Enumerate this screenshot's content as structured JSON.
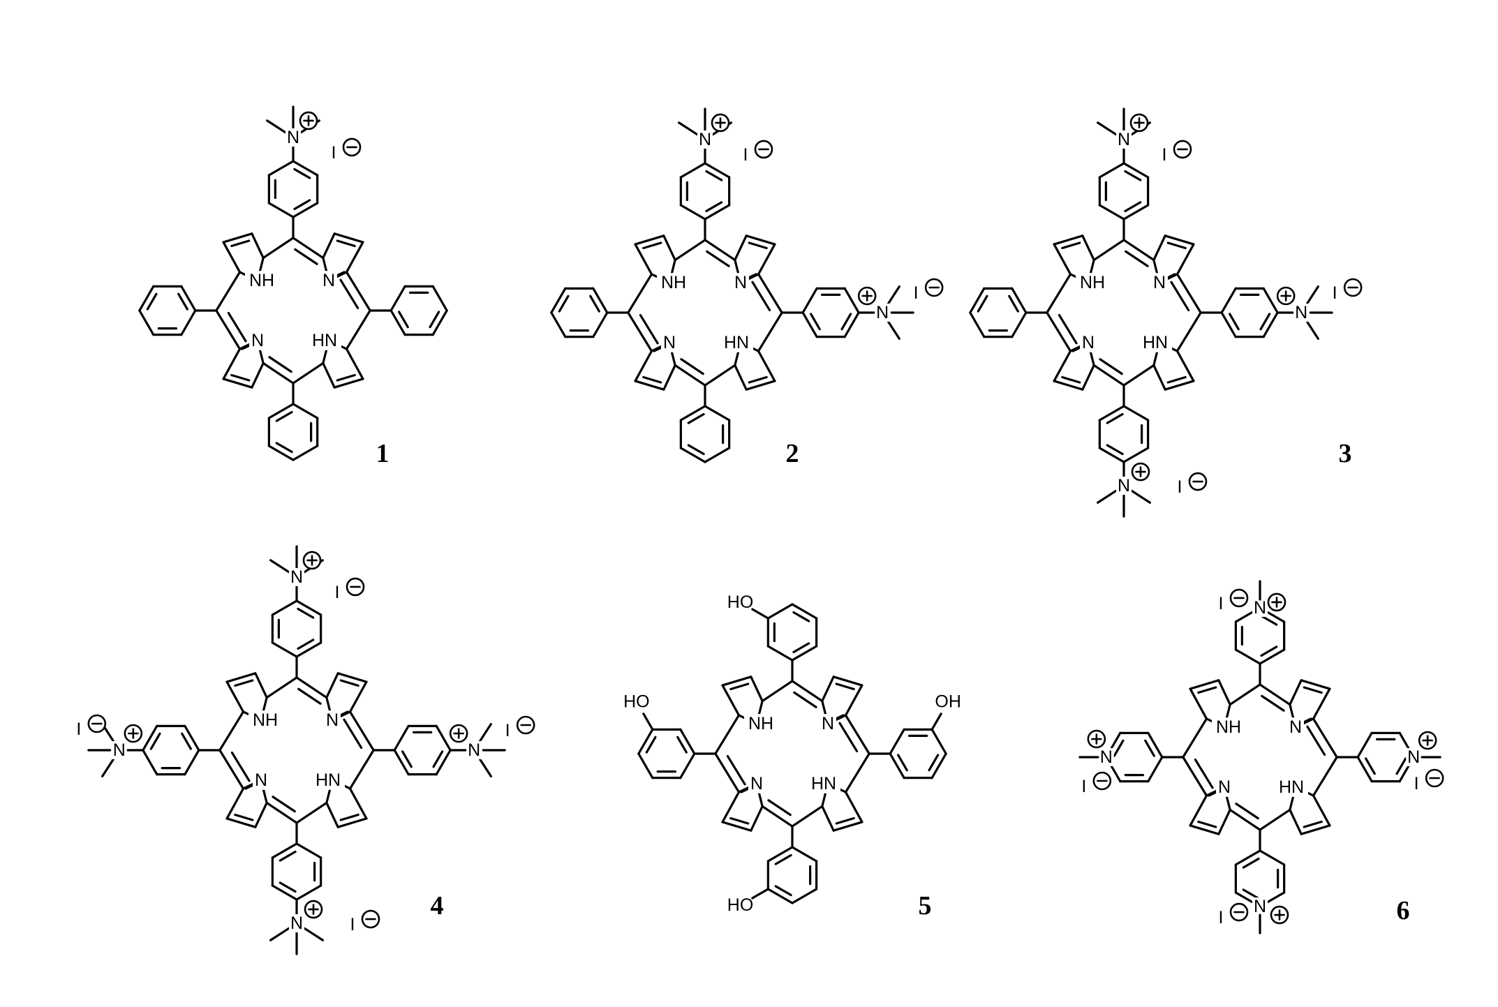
{
  "labels": {
    "nh": "NH",
    "n": "N",
    "hn": "HN",
    "n_plus": "N",
    "iodide": "I",
    "oh": "OH",
    "ho": "HO"
  },
  "compounds": [
    {
      "number": "1",
      "substituents": {
        "top": "trimethylammoniophenyl",
        "right": "phenyl",
        "bottom": "phenyl",
        "left": "phenyl"
      }
    },
    {
      "number": "2",
      "substituents": {
        "top": "trimethylammoniophenyl",
        "right": "trimethylammoniophenyl",
        "bottom": "phenyl",
        "left": "phenyl"
      }
    },
    {
      "number": "3",
      "substituents": {
        "top": "trimethylammoniophenyl",
        "right": "trimethylammoniophenyl",
        "bottom": "trimethylammoniophenyl",
        "left": "phenyl"
      }
    },
    {
      "number": "4",
      "substituents": {
        "top": "trimethylammoniophenyl",
        "right": "trimethylammoniophenyl",
        "bottom": "trimethylammoniophenyl",
        "left": "trimethylammoniophenyl"
      }
    },
    {
      "number": "5",
      "substituents": {
        "top": "3-hydroxyphenyl",
        "right": "3-hydroxyphenyl",
        "bottom": "3-hydroxyphenyl",
        "left": "3-hydroxyphenyl"
      }
    },
    {
      "number": "6",
      "substituents": {
        "top": "N-methylpyridinium",
        "right": "N-methylpyridinium",
        "bottom": "N-methylpyridinium",
        "left": "N-methylpyridinium"
      }
    }
  ]
}
